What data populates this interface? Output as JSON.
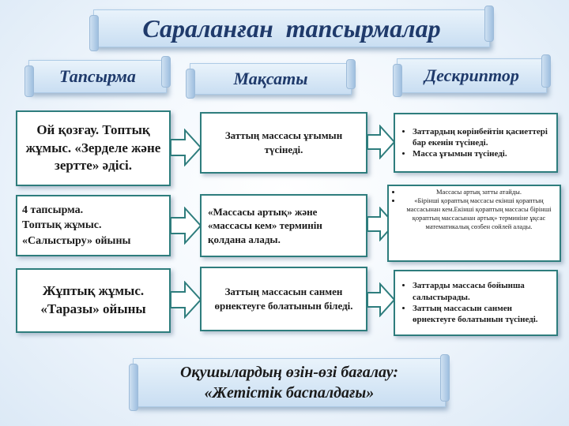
{
  "title": "Сараланған  тапсырмалар",
  "headers": {
    "task": "Тапсырма",
    "goal": "Мақсаты",
    "descriptor": "Дескриптор"
  },
  "rows": [
    {
      "task": "Ой қозғау. Топтық жұмыс. «Зерделе және зертте» әдісі.",
      "goal": "Заттың массасы ұғымын түсінеді.",
      "descriptors": [
        "Заттардың көрінбейтін қасиеттері бар екенін түсінеді.",
        "Масса ұғымын түсінеді."
      ]
    },
    {
      "task_lines": [
        "4 тапсырма.",
        "Топтық жұмыс.",
        "«Салыстыру» ойыны"
      ],
      "goal": "«Массасы артық» және «массасы кем» терминін қолдана алады.",
      "descriptors": [
        "Массасы артық затты  атайды.",
        "«Бірінші қораптың  массасы  екінші қораптың массасынан кем.Екінші қораптың массасы  бірінші қораптың массасынан артық» терминіне ұқсас математикалық сөзбен сөйлей алады."
      ]
    },
    {
      "task": "Жұптық жұмыс. «Таразы» ойыны",
      "goal": "Заттың массасын  санмен өрнектеуге  болатынын біледі.",
      "descriptors": [
        "Заттарды массасы бойынша салыстырады.",
        "Заттың массасын  санмен өрнектеуге болатынын түсінеді."
      ]
    }
  ],
  "footer": {
    "line1": "Оқушылардың өзін-өзі бағалау:",
    "line2": "«Жетістік баспалдағы»"
  }
}
